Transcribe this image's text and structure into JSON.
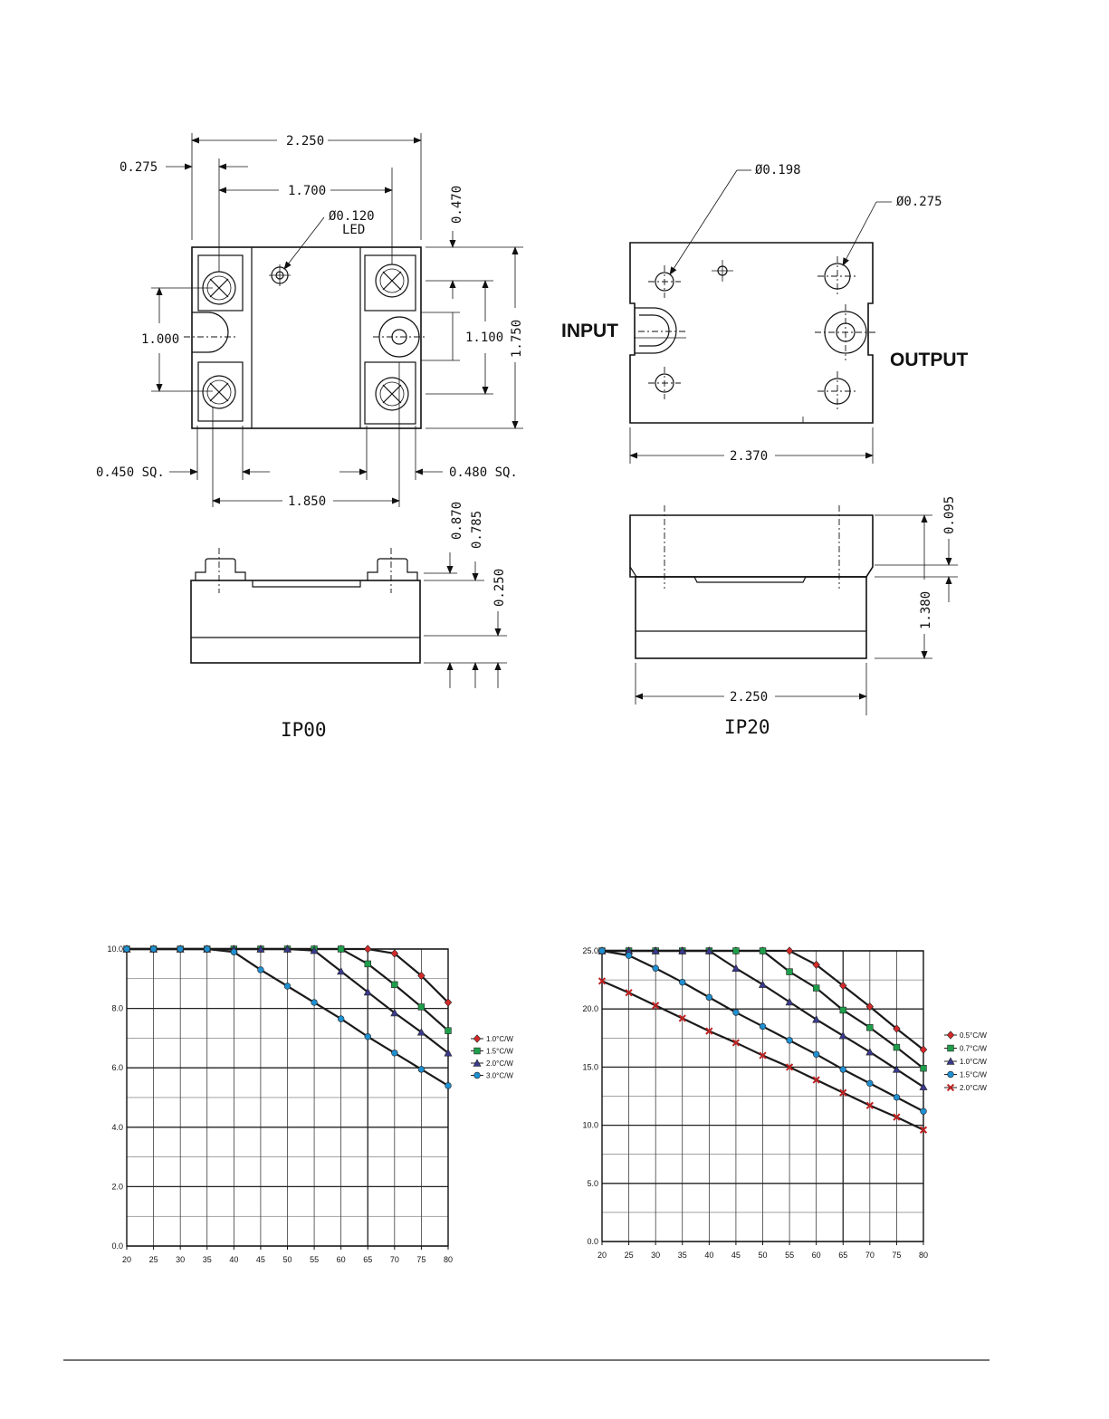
{
  "ip00": {
    "title": "IP00",
    "dims": {
      "d2250": "2.250",
      "d0275": "0.275",
      "d1700": "1.700",
      "dled1": "Ø0.120",
      "dled2": "LED",
      "d0470": "0.470",
      "d1000": "1.000",
      "d1100": "1.100",
      "d1750": "1.750",
      "d0450": "0.450  SQ.",
      "d0480": "0.480  SQ.",
      "d1850": "1.850",
      "d0870": "0.870",
      "d0785": "0.785",
      "d0250": "0.250"
    }
  },
  "ip20": {
    "title": "IP20",
    "input": "INPUT",
    "output": "OUTPUT",
    "dims": {
      "d0198": "Ø0.198",
      "d0275": "Ø0.275",
      "d2370": "2.370",
      "d0095": "0.095",
      "d1380": "1.380",
      "d2250": "2.250"
    }
  },
  "chart_data": [
    {
      "type": "line",
      "x": [
        20,
        25,
        30,
        35,
        40,
        45,
        50,
        55,
        60,
        65,
        70,
        75,
        80
      ],
      "xlim": [
        20,
        80
      ],
      "ylim": [
        0,
        10
      ],
      "yticks": [
        "0.0",
        "2.0",
        "4.0",
        "6.0",
        "8.0",
        "10.0"
      ],
      "xticks": [
        "20",
        "25",
        "30",
        "35",
        "40",
        "45",
        "50",
        "55",
        "60",
        "65",
        "70",
        "75",
        "80"
      ],
      "grid": true,
      "legend": "right",
      "series": [
        {
          "name": "1.0°C/W",
          "color": "#d42a2a",
          "marker": "diamond",
          "values": [
            10,
            10,
            10,
            10,
            10,
            10,
            10,
            10,
            10,
            10,
            9.85,
            9.1,
            8.2
          ]
        },
        {
          "name": "1.5°C/W",
          "color": "#1e9e4a",
          "marker": "square",
          "values": [
            10,
            10,
            10,
            10,
            10,
            10,
            10,
            10,
            10,
            9.5,
            8.8,
            8.05,
            7.25
          ]
        },
        {
          "name": "2.0°C/W",
          "color": "#3a3a8c",
          "marker": "triangle",
          "values": [
            10,
            10,
            10,
            10,
            10,
            10,
            10,
            9.95,
            9.25,
            8.55,
            7.85,
            7.2,
            6.5
          ]
        },
        {
          "name": "3.0°C/W",
          "color": "#1f8fd0",
          "marker": "circle",
          "values": [
            10,
            10,
            10,
            10,
            9.9,
            9.3,
            8.75,
            8.2,
            7.65,
            7.05,
            6.5,
            5.95,
            5.4
          ]
        }
      ]
    },
    {
      "type": "line",
      "x": [
        20,
        25,
        30,
        35,
        40,
        45,
        50,
        55,
        60,
        65,
        70,
        75,
        80
      ],
      "xlim": [
        20,
        80
      ],
      "ylim": [
        0,
        25
      ],
      "yticks": [
        "0.0",
        "5.0",
        "10.0",
        "15.0",
        "20.0",
        "25.0"
      ],
      "xticks": [
        "20",
        "25",
        "30",
        "35",
        "40",
        "45",
        "50",
        "55",
        "60",
        "65",
        "70",
        "75",
        "80"
      ],
      "grid": true,
      "legend": "right",
      "series": [
        {
          "name": "0.5°C/W",
          "color": "#d42a2a",
          "marker": "diamond",
          "values": [
            25,
            25,
            25,
            25,
            25,
            25,
            25,
            25,
            23.8,
            22,
            20.2,
            18.3,
            16.5
          ]
        },
        {
          "name": "0.7°C/W",
          "color": "#1e9e4a",
          "marker": "square",
          "values": [
            25,
            25,
            25,
            25,
            25,
            25,
            25,
            23.2,
            21.8,
            19.9,
            18.4,
            16.7,
            14.9
          ]
        },
        {
          "name": "1.0°C/W",
          "color": "#3a3a8c",
          "marker": "triangle",
          "values": [
            25,
            25,
            25,
            25,
            25,
            23.5,
            22.1,
            20.6,
            19.1,
            17.7,
            16.3,
            14.8,
            13.3
          ]
        },
        {
          "name": "1.5°C/W",
          "color": "#1f8fd0",
          "marker": "circle",
          "values": [
            25,
            24.6,
            23.5,
            22.3,
            21.0,
            19.7,
            18.5,
            17.3,
            16.1,
            14.8,
            13.6,
            12.4,
            11.2
          ]
        },
        {
          "name": "2.0°C/W",
          "color": "#c02020",
          "marker": "x",
          "values": [
            22.4,
            21.4,
            20.3,
            19.2,
            18.1,
            17.1,
            16.0,
            15.0,
            13.9,
            12.8,
            11.7,
            10.7,
            9.6
          ]
        }
      ]
    }
  ]
}
